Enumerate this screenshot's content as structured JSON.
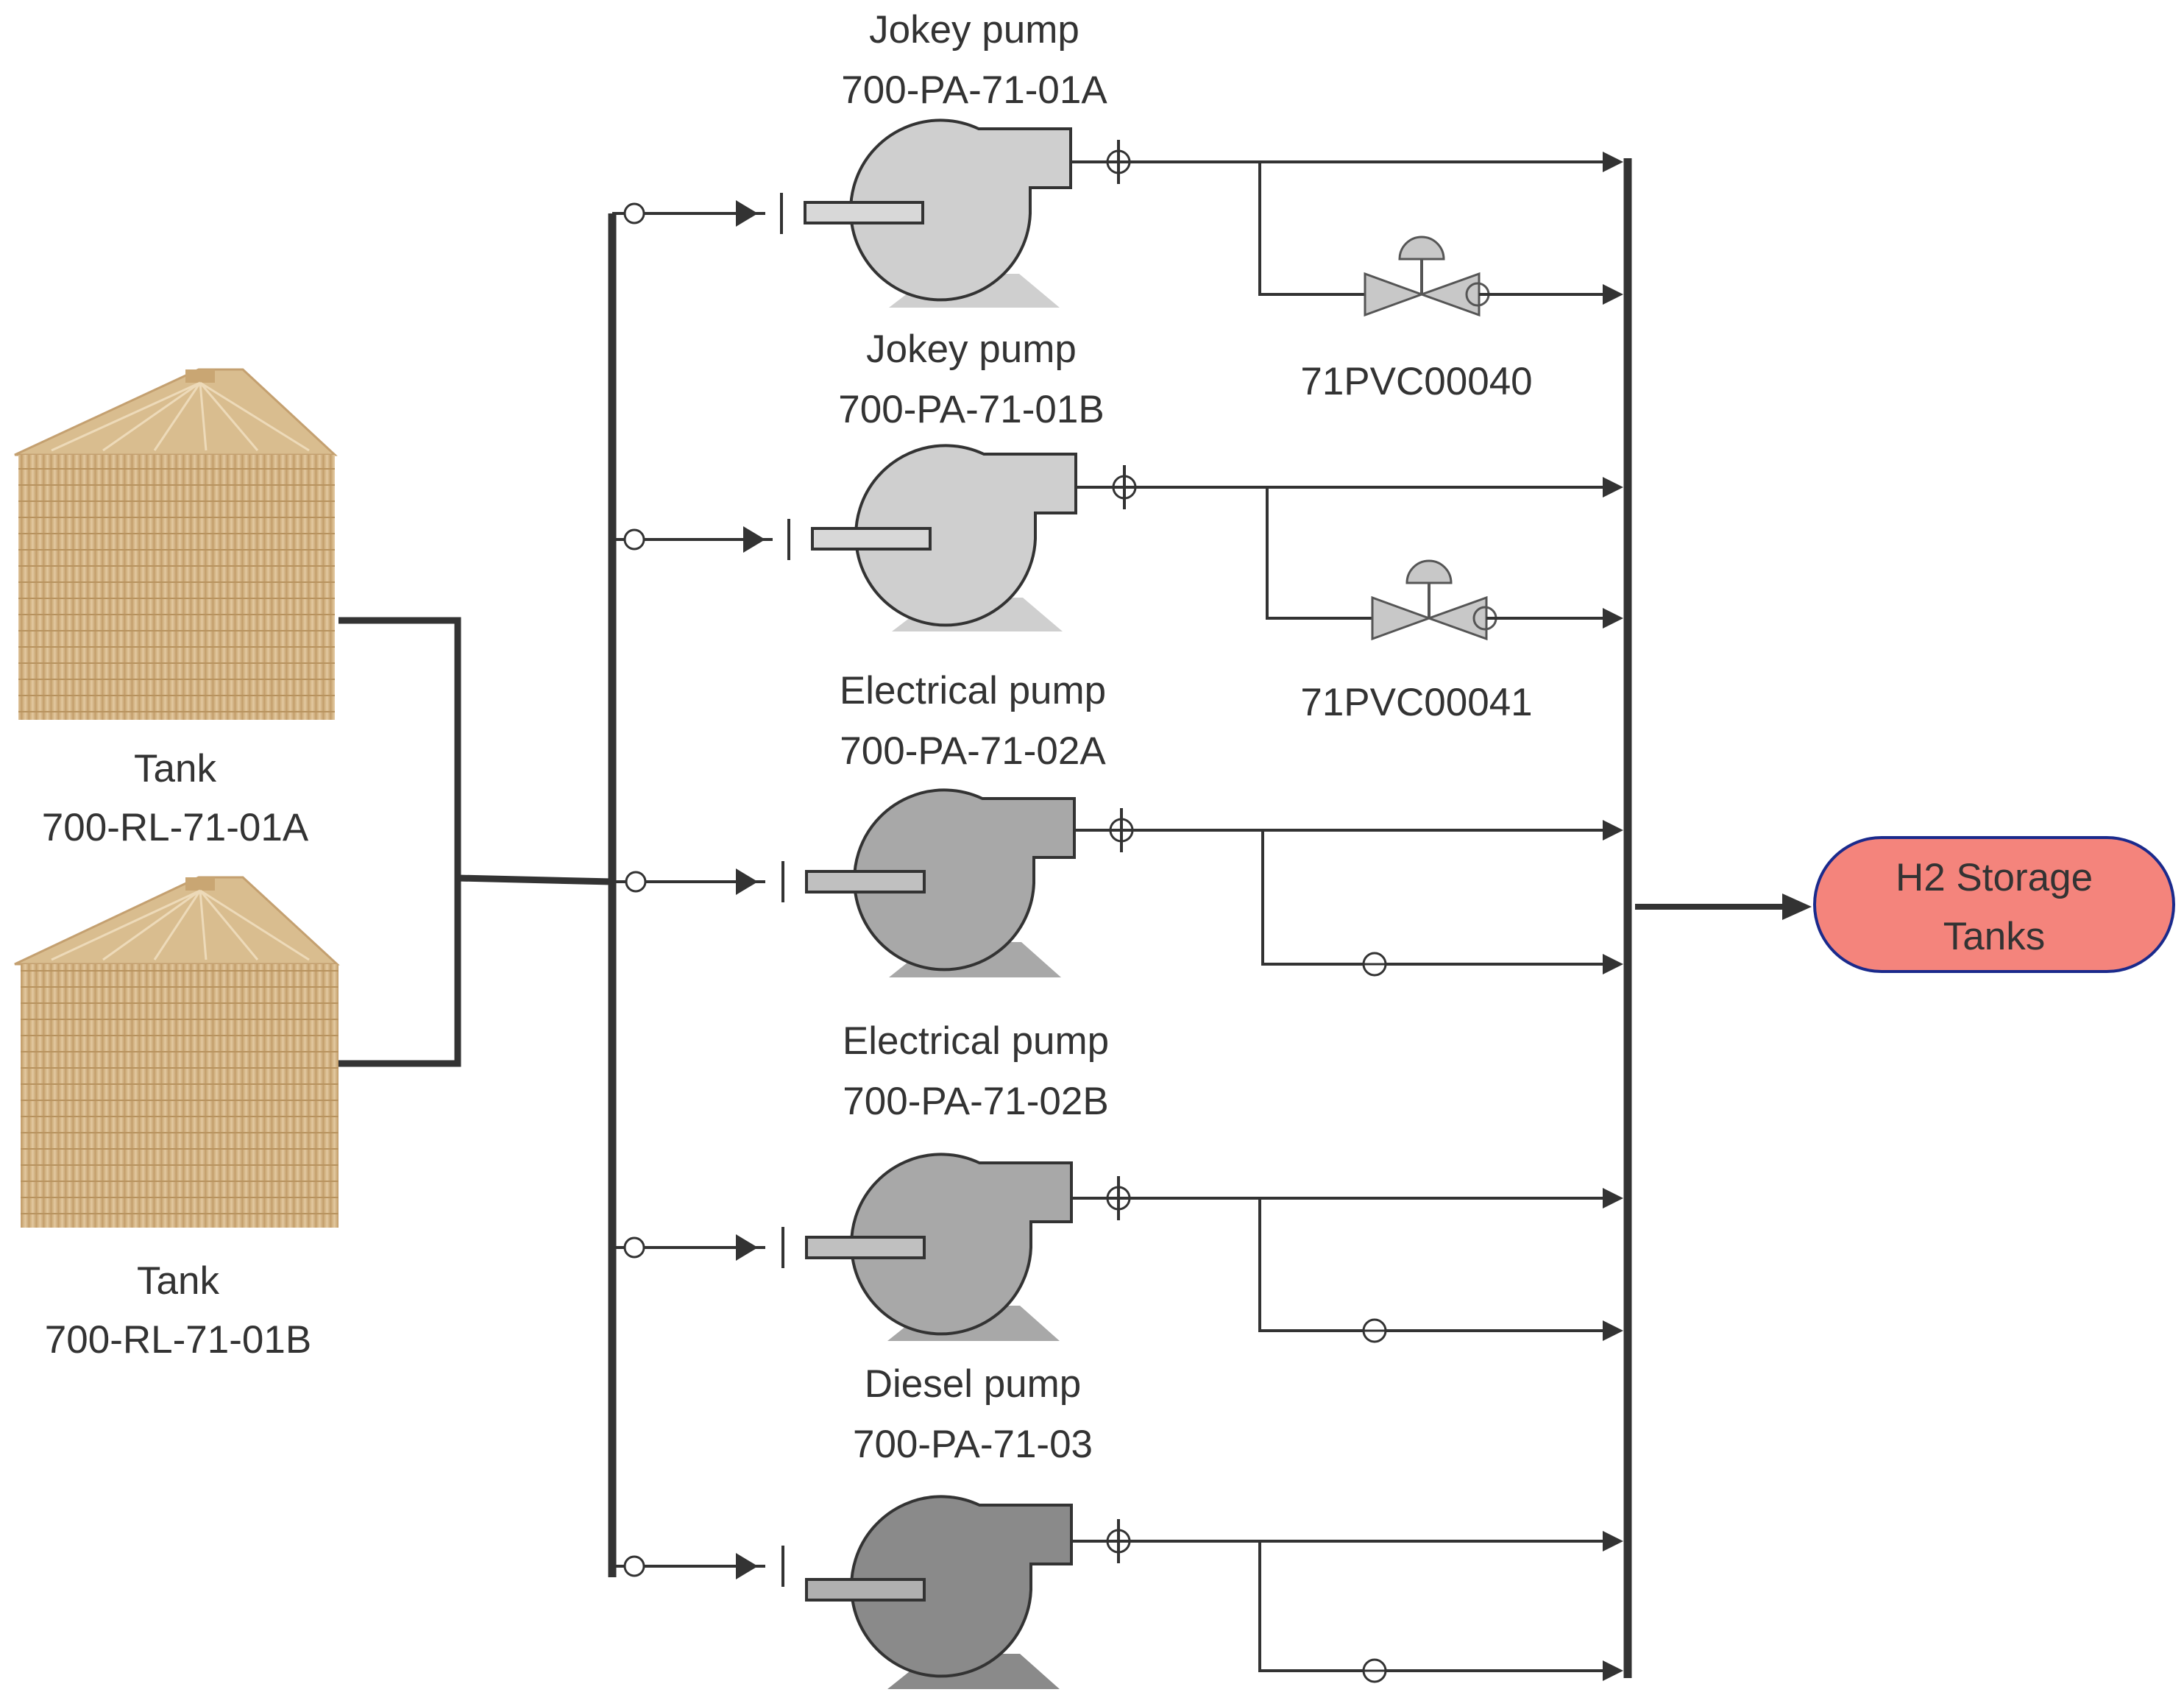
{
  "tanks": [
    {
      "name": "Tank",
      "tag": "700-RL-71-01A"
    },
    {
      "name": "Tank",
      "tag": "700-RL-71-01B"
    }
  ],
  "pumps": [
    {
      "name": "Jokey pump",
      "tag": "700-PA-71-01A",
      "fill": "#cfcfcf"
    },
    {
      "name": "Jokey pump",
      "tag": "700-PA-71-01B",
      "fill": "#cfcfcf"
    },
    {
      "name": "Electrical pump",
      "tag": "700-PA-71-02A",
      "fill": "#a8a8a8"
    },
    {
      "name": "Electrical pump",
      "tag": "700-PA-71-02B",
      "fill": "#a8a8a8"
    },
    {
      "name": "Diesel pump",
      "tag": "700-PA-71-03",
      "fill": "#8a8a8a"
    }
  ],
  "control_valves": [
    {
      "tag": "71PVC00040"
    },
    {
      "tag": "71PVC00041"
    }
  ],
  "destination": {
    "line1": "H2 Storage",
    "line2": "Tanks",
    "fill": "#f4847c",
    "border": "#1a2a8c"
  },
  "colors": {
    "tank": "#d4b688",
    "pipe": "#333333"
  }
}
